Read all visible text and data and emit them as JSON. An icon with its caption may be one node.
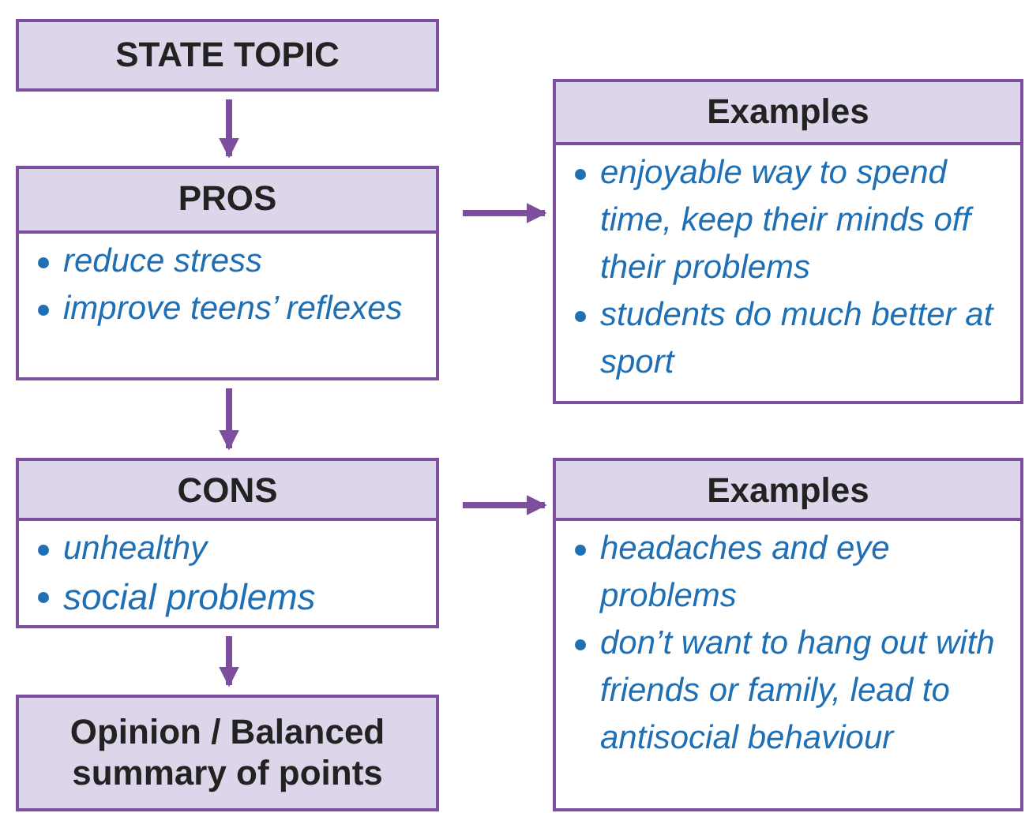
{
  "diagram": {
    "nodes": [
      {
        "text": [
          "STATE TOPIC"
        ]
      },
      {
        "text": [
          "PROS",
          "reduce stress",
          "improve teens’ reflexes"
        ]
      },
      {
        "text": [
          "Examples",
          "enjoyable way to spend time, keep their minds off their problems",
          "students do much better at sport"
        ]
      },
      {
        "text": [
          "CONS",
          "unhealthy",
          "social problems"
        ]
      },
      {
        "text": [
          "Examples",
          "headaches and eye problems",
          "don’t want to hang out with friends or family, lead to antisocial behaviour"
        ]
      },
      {
        "text": [
          "Opinion / Balanced summary of points"
        ]
      }
    ],
    "edges": [
      {
        "from": 0,
        "to": 1,
        "arrow": "to"
      },
      {
        "from": 1,
        "to": 2,
        "arrow": "to"
      },
      {
        "from": 1,
        "to": 3,
        "arrow": "to"
      },
      {
        "from": 3,
        "to": 4,
        "arrow": "to"
      },
      {
        "from": 3,
        "to": 5,
        "arrow": "to"
      }
    ]
  }
}
